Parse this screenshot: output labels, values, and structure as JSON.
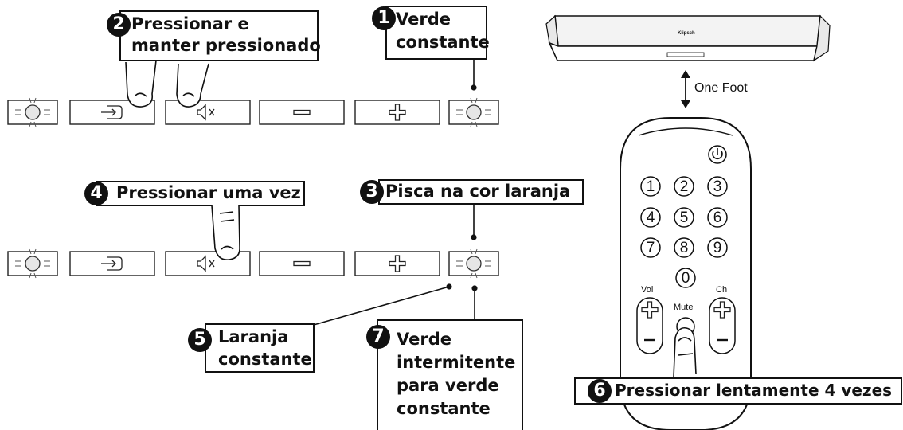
{
  "steps": [
    {
      "number": "1",
      "text_lines": [
        "Verde",
        "constante"
      ]
    },
    {
      "number": "2",
      "text_lines": [
        "Pressionar e",
        "manter pressionado"
      ]
    },
    {
      "number": "3",
      "text_lines": [
        "Pisca na cor laranja"
      ]
    },
    {
      "number": "4",
      "text_lines": [
        "Pressionar uma vez"
      ]
    },
    {
      "number": "5",
      "text_lines": [
        "Laranja",
        "constante"
      ]
    },
    {
      "number": "6",
      "text_lines": [
        "Pressionar lentamente 4 vezes"
      ]
    },
    {
      "number": "7",
      "text_lines": [
        "Verde",
        "intermitente",
        "para verde",
        "constante"
      ]
    }
  ],
  "distance_label": "One Foot",
  "soundbar_logo": "Klipsch",
  "remote": {
    "keys": [
      "1",
      "2",
      "3",
      "4",
      "5",
      "6",
      "7",
      "8",
      "9",
      "0"
    ],
    "vol_label": "Vol",
    "ch_label": "Ch",
    "mute_label": "Mute"
  },
  "panel_buttons": [
    "led-indicator",
    "input-button",
    "mute-button",
    "volume-down-button",
    "volume-up-button",
    "led-indicator"
  ],
  "icons": [
    "led-icon",
    "input-icon",
    "mute-icon",
    "minus-icon",
    "plus-icon",
    "power-icon",
    "finger-icon"
  ]
}
